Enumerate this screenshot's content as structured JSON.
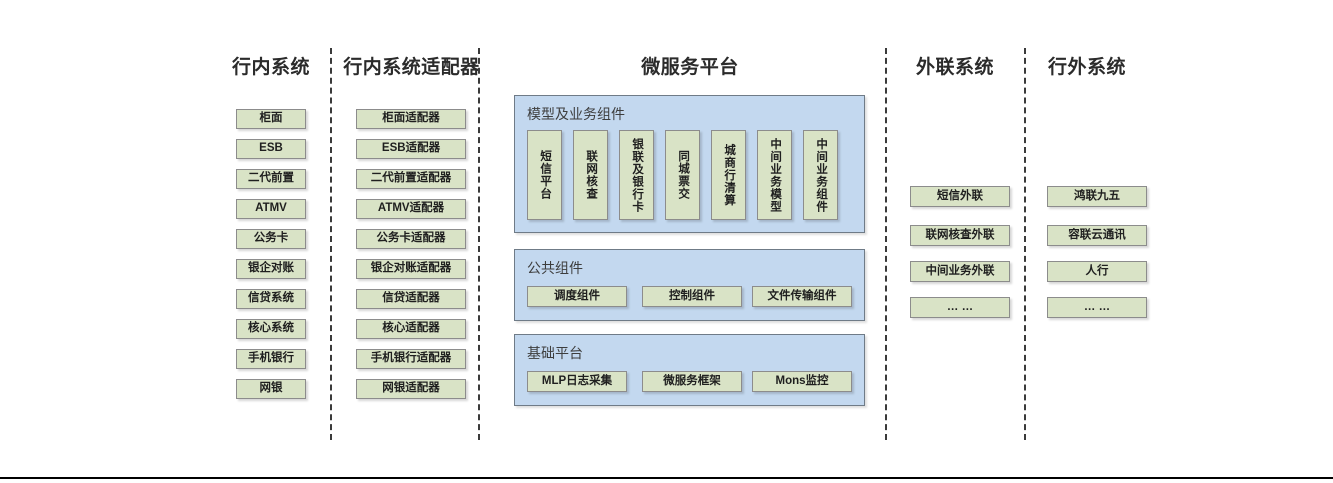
{
  "diagram": {
    "title_bar_rule": true,
    "colors": {
      "node_fill": "#d9e3c6",
      "node_border": "#8c8c8c",
      "panel_fill": "#c3d8ef",
      "panel_border": "#6f7b87",
      "divider": "#3a3a3a",
      "heading_text": "#2b2b2b"
    },
    "columns": [
      {
        "id": "internal-systems",
        "title": "行内系统",
        "items": [
          "柜面",
          "ESB",
          "二代前置",
          "ATMV",
          "公务卡",
          "银企对账",
          "信贷系统",
          "核心系统",
          "手机银行",
          "网银"
        ]
      },
      {
        "id": "internal-system-adapters",
        "title": "行内系统适配器",
        "items": [
          "柜面适配器",
          "ESB适配器",
          "二代前置适配器",
          "ATMV适配器",
          "公务卡适配器",
          "银企对账适配器",
          "信贷适配器",
          "核心适配器",
          "手机银行适配器",
          "网银适配器"
        ]
      },
      {
        "id": "microservice-platform",
        "title": "微服务平台",
        "panels": [
          {
            "id": "model-business-components",
            "label": "模型及业务组件",
            "orientation": "vertical",
            "items": [
              "短信平台",
              "联网核查",
              "银联及银行卡",
              "同城票交",
              "城商行清算",
              "中间业务模型",
              "中间业务组件"
            ]
          },
          {
            "id": "public-components",
            "label": "公共组件",
            "orientation": "horizontal",
            "items": [
              "调度组件",
              "控制组件",
              "文件传输组件"
            ]
          },
          {
            "id": "base-platform",
            "label": "基础平台",
            "orientation": "horizontal",
            "items": [
              "MLP日志采集",
              "微服务框架",
              "Mons监控"
            ]
          }
        ]
      },
      {
        "id": "external-link-systems",
        "title": "外联系统",
        "items": [
          "短信外联",
          "联网核查外联",
          "中间业务外联",
          "… …"
        ]
      },
      {
        "id": "outside-bank-systems",
        "title": "行外系统",
        "items": [
          "鸿联九五",
          "容联云通讯",
          "人行",
          "… …"
        ]
      }
    ]
  }
}
